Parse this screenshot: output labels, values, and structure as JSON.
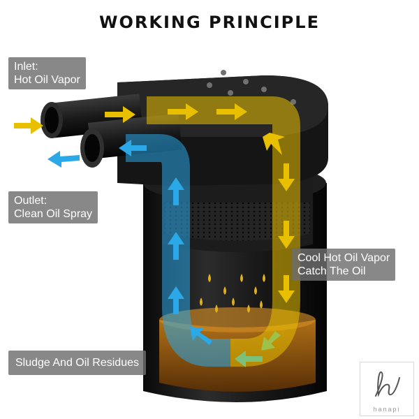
{
  "title": "WORKING PRINCIPLE",
  "labels": {
    "inlet_line1": "Inlet:",
    "inlet_line2": "Hot Oil Vapor",
    "outlet_line1": "Outlet:",
    "outlet_line2": "Clean Oil Spray",
    "cool_line1": "Cool Hot Oil Vapor",
    "cool_line2": "Catch The Oil",
    "sludge": "Sludge And Oil Residues"
  },
  "logo": {
    "text": "hanapi",
    "icon": "hanapi-logo-icon"
  },
  "colors": {
    "hot_flow": "#e8c000",
    "clean_flow": "#2aa8e8",
    "oil": "#b06a10",
    "body": "#1a1a1a",
    "callout_bg": "#6e6e6e"
  },
  "icons": [
    "inlet-arrow-icon",
    "outlet-arrow-icon",
    "oil-drop-icon",
    "flow-arrow-icon"
  ]
}
